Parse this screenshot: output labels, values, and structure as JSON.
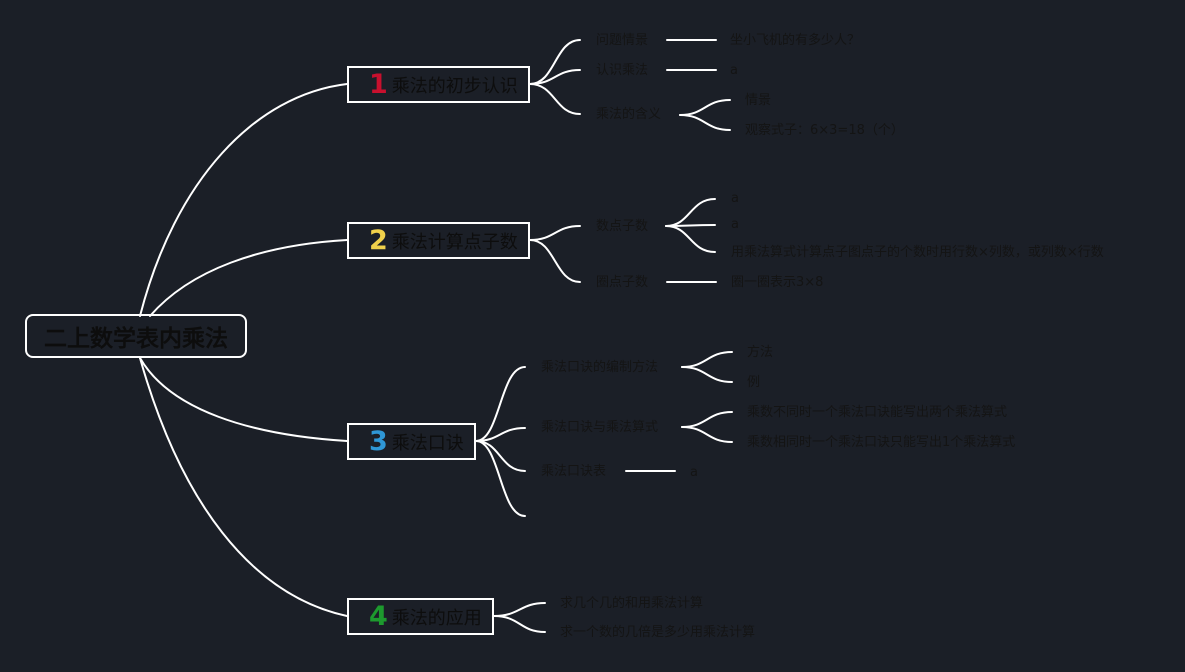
{
  "root": "二上数学表内乘法",
  "branches": [
    {
      "num": "1",
      "color": "#c8102e",
      "label": "乘法的初步认识",
      "children": [
        {
          "label": "问题情景",
          "leaves": [
            "坐小飞机的有多少人？"
          ]
        },
        {
          "label": "认识乘法",
          "leaves": [
            "a"
          ]
        },
        {
          "label": "乘法的含义",
          "leaves": [
            "情景",
            "观察式子：6×3=18（个）"
          ]
        }
      ]
    },
    {
      "num": "2",
      "color": "#f1d14b",
      "label": "乘法计算点子数",
      "children": [
        {
          "label": "数点子数",
          "leaves": [
            "a",
            "a",
            "用乘法算式计算点子图点子的个数时用行数×列数，或列数×行数"
          ]
        },
        {
          "label": "圈点子数",
          "leaves": [
            "圈一圈表示3×8"
          ]
        }
      ]
    },
    {
      "num": "3",
      "color": "#2f97d6",
      "label": "乘法口诀",
      "children": [
        {
          "label": "乘法口诀的编制方法",
          "leaves": [
            "方法",
            "例"
          ]
        },
        {
          "label": "乘法口诀与乘法算式",
          "leaves": [
            "乘数不同时一个乘法口诀能写出两个乘法算式",
            "乘数相同时一个乘法口诀只能写出1个乘法算式"
          ]
        },
        {
          "label": "乘法口诀表",
          "leaves": [
            "a"
          ]
        },
        {
          "label": "",
          "leaves": []
        }
      ]
    },
    {
      "num": "4",
      "color": "#1d9a2e",
      "label": "乘法的应用",
      "children": [
        {
          "label": "求几个几的和用乘法计算",
          "leaves": []
        },
        {
          "label": "求一个数的几倍是多少用乘法计算",
          "leaves": []
        }
      ]
    }
  ]
}
